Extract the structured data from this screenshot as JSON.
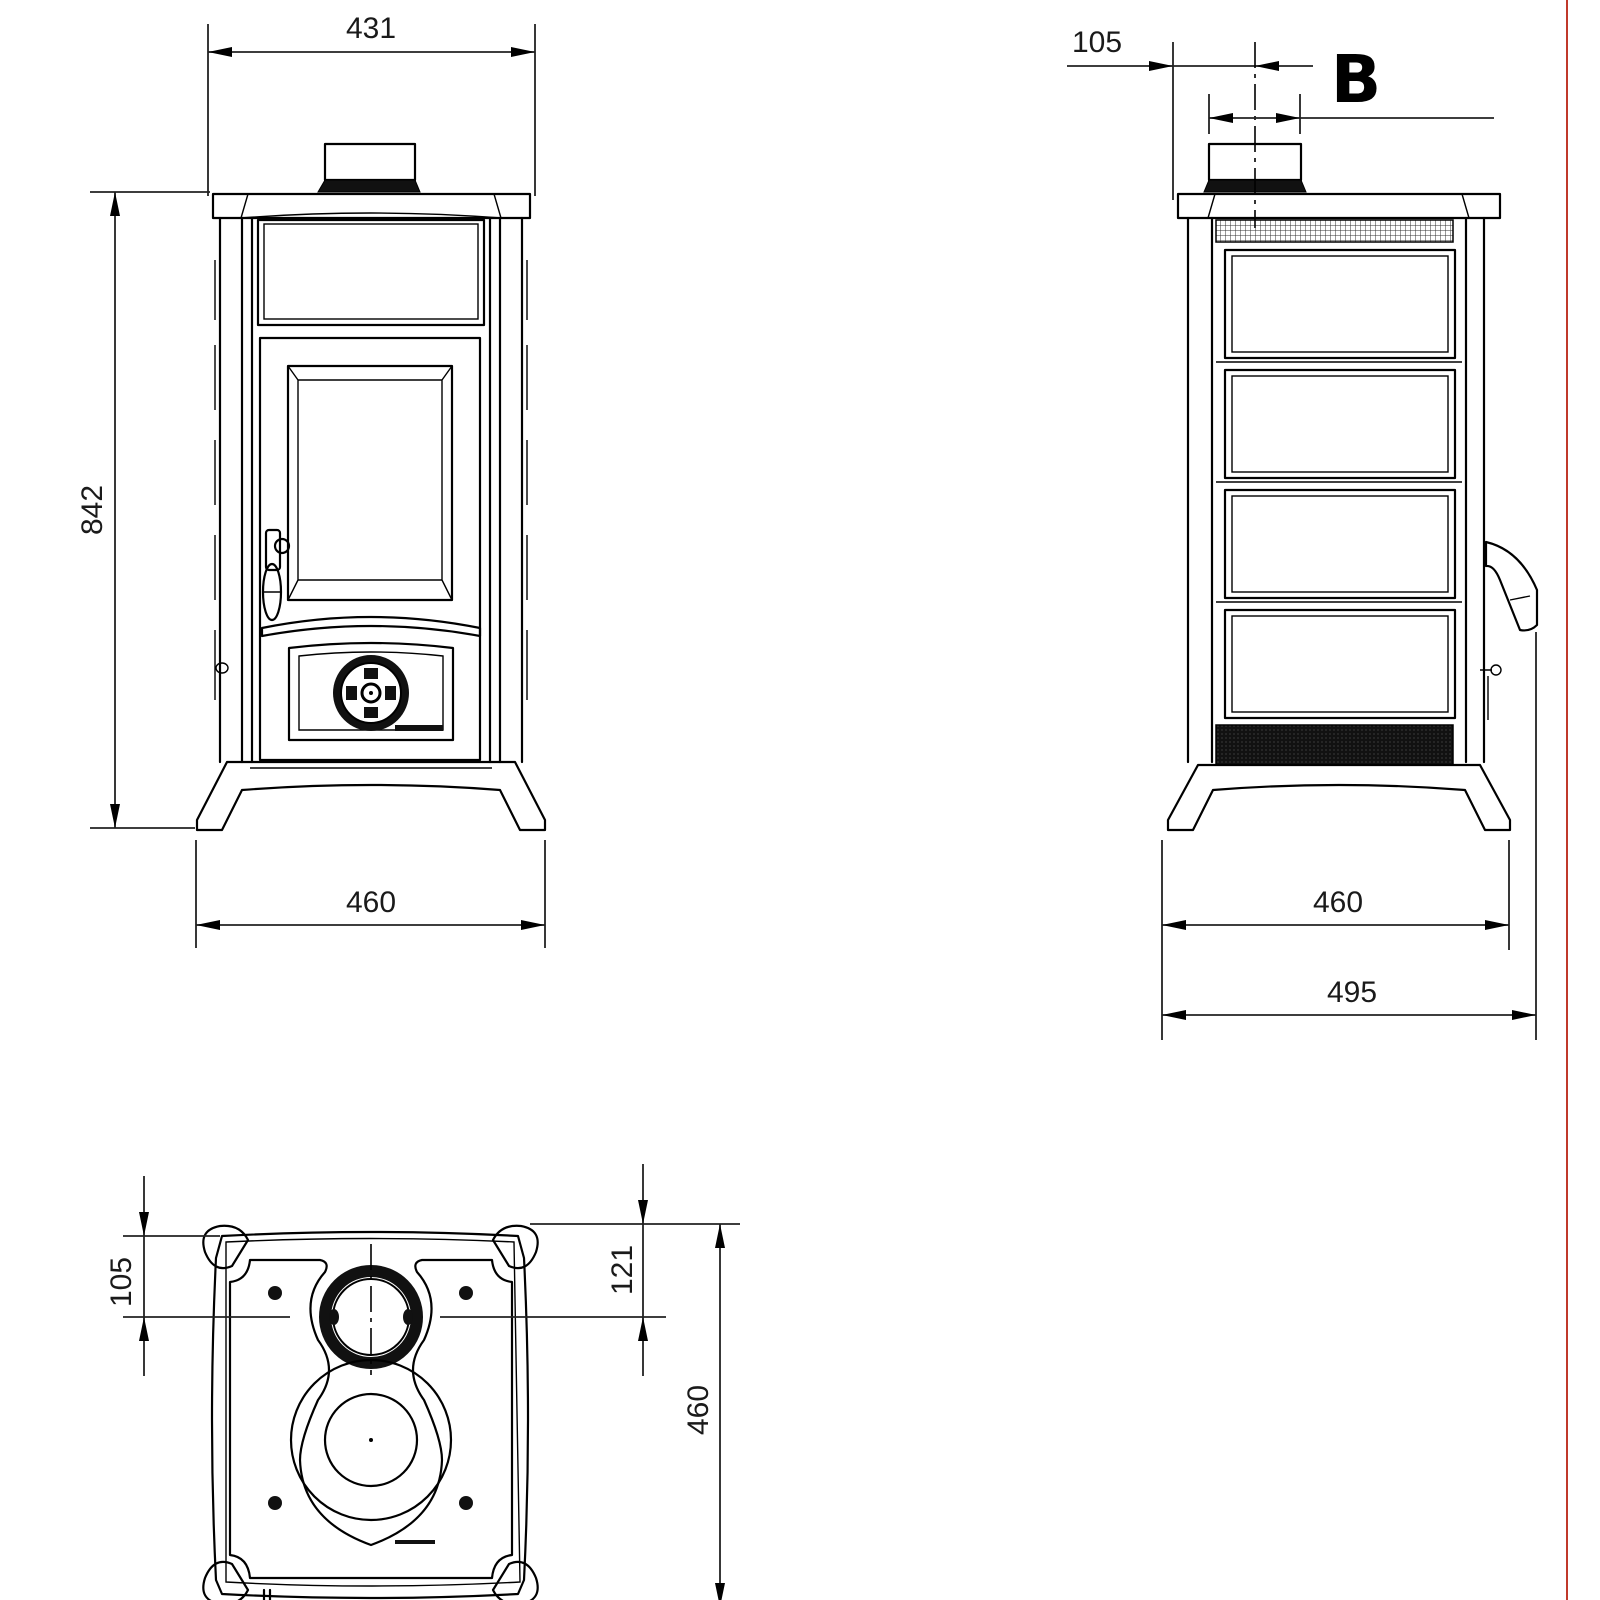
{
  "drawing": {
    "units": "mm",
    "border_color": "#c0392b",
    "line_color": "#000000"
  },
  "front_view": {
    "dim_top_width": "431",
    "dim_height": "842",
    "dim_base_width": "460"
  },
  "side_view": {
    "dim_flue_offset": "105",
    "flue_label": "B",
    "dim_base_width": "460",
    "dim_total_depth": "495"
  },
  "top_view": {
    "dim_flue_offset_left": "105",
    "dim_flue_offset_right": "121",
    "dim_depth": "460"
  }
}
